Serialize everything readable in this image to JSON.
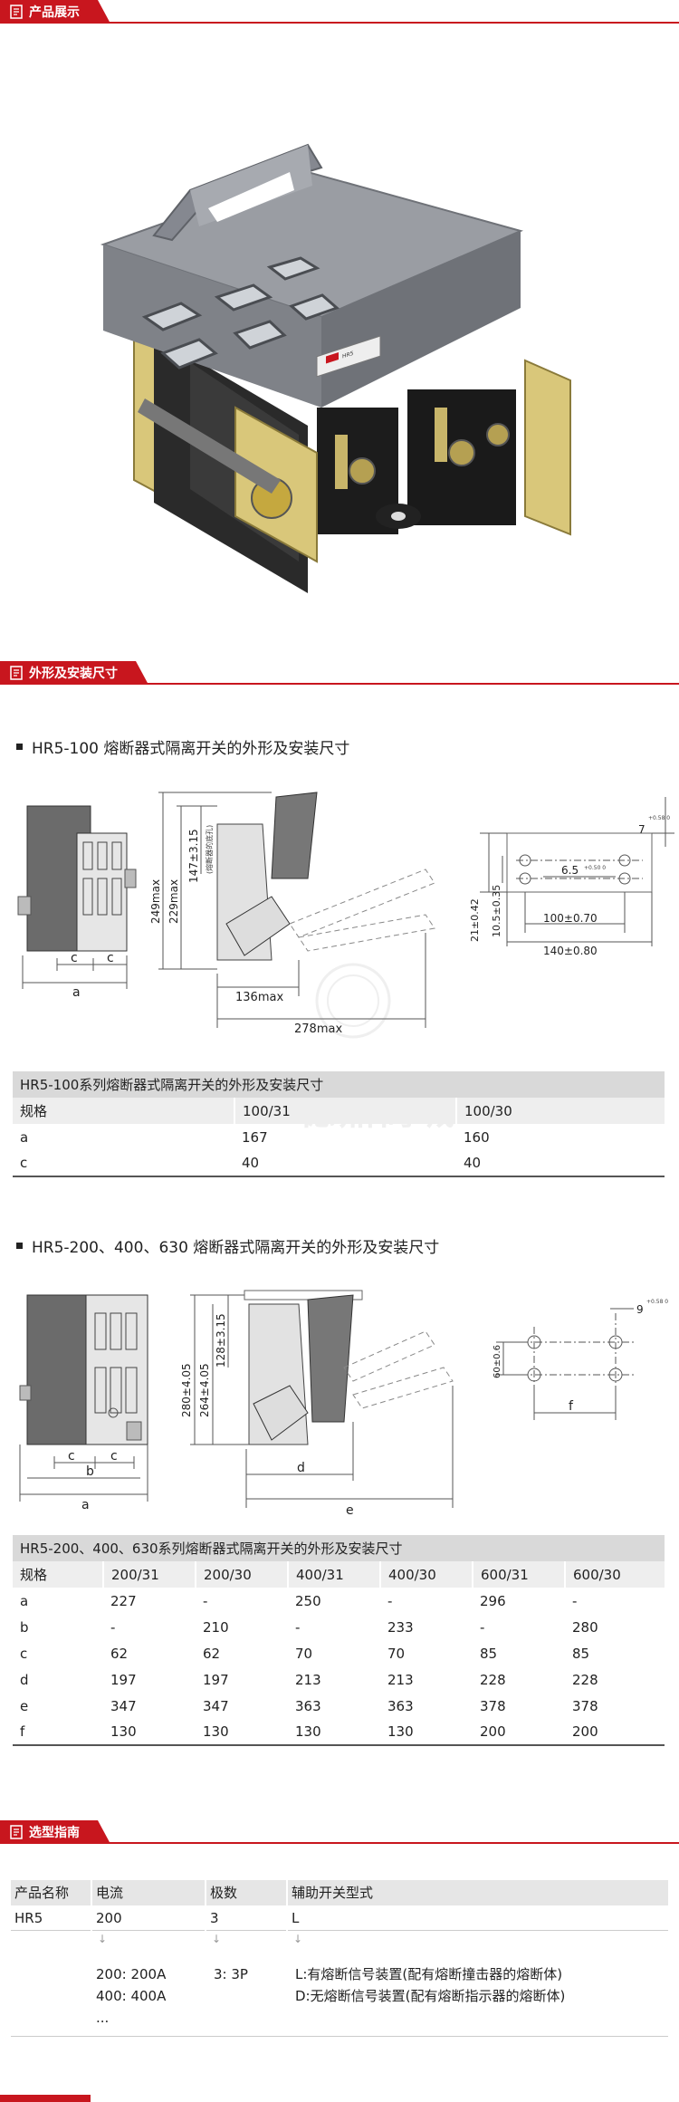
{
  "sections": {
    "display": "产品展示",
    "dimensions": "外形及安装尺寸",
    "selection": "选型指南"
  },
  "product_label_text": "HR5",
  "hr5_100": {
    "title": "HR5-100 熔断器式隔离开关的外形及安装尺寸",
    "drawing_labels": {
      "c1": "c",
      "c2": "c",
      "a": "a",
      "h249": "249max",
      "h229": "229max",
      "h147": "147±3.15",
      "note": "(熔断器的底孔)",
      "w136": "136max",
      "w278": "278max",
      "v21": "21±0.42",
      "v105": "10.5±0.35",
      "h65": "6.5",
      "tol65": "+0.50 0",
      "h7": "7",
      "tol7": "+0.58 0",
      "w100": "100±0.70",
      "w140": "140±0.80"
    },
    "table": {
      "caption": "HR5-100系列熔断器式隔离开关的外形及安装尺寸",
      "header": [
        "规格",
        "100/31",
        "100/30"
      ],
      "rows": [
        [
          "a",
          "167",
          "160"
        ],
        [
          "c",
          "40",
          "40"
        ]
      ]
    }
  },
  "hr5_200": {
    "title": "HR5-200、400、630 熔断器式隔离开关的外形及安装尺寸",
    "drawing_labels": {
      "c1": "c",
      "b": "b",
      "c2": "c",
      "a": "a",
      "h280": "280±4.05",
      "h264": "264±4.05",
      "h128": "128±3.15",
      "d": "d",
      "e": "e",
      "h9": "9",
      "tol9": "+0.58 0",
      "v60": "60±0.6",
      "f": "f"
    },
    "table": {
      "caption": "HR5-200、400、630系列熔断器式隔离开关的外形及安装尺寸",
      "header": [
        "规格",
        "200/31",
        "200/30",
        "400/31",
        "400/30",
        "600/31",
        "600/30"
      ],
      "rows": [
        [
          "a",
          "227",
          "-",
          "250",
          "-",
          "296",
          "-"
        ],
        [
          "b",
          "-",
          "210",
          "-",
          "233",
          "-",
          "280"
        ],
        [
          "c",
          "62",
          "62",
          "70",
          "70",
          "85",
          "85"
        ],
        [
          "d",
          "197",
          "197",
          "213",
          "213",
          "228",
          "228"
        ],
        [
          "e",
          "347",
          "347",
          "363",
          "363",
          "378",
          "378"
        ],
        [
          "f",
          "130",
          "130",
          "130",
          "130",
          "200",
          "200"
        ]
      ]
    }
  },
  "selection_guide": {
    "headers": [
      "产品名称",
      "电流",
      "极数",
      "辅助开关型式"
    ],
    "values": [
      "HR5",
      "200",
      "3",
      "L"
    ],
    "current_options": [
      "200: 200A",
      "400: 400A",
      "..."
    ],
    "pole_options": [
      "3: 3P"
    ],
    "aux_options": [
      "L:有熔断信号装置(配有熔断撞击器的熔断体)",
      "D:无熔断信号装置(配有熔断指示器的熔断体)"
    ]
  },
  "watermark_text": "德鼎商城",
  "colors": {
    "accent": "#c8161e",
    "housing": "#8d9096",
    "side_plate": "#d9c77a"
  }
}
